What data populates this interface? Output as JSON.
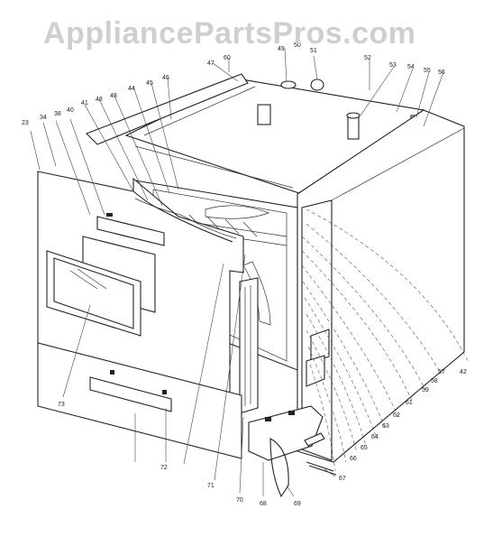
{
  "watermark": "AppliancePartsPros.com",
  "part_labels": [
    "23",
    "34",
    "38",
    "40",
    "41",
    "42",
    "43",
    "44",
    "45",
    "46",
    "47",
    "48",
    "49",
    "50",
    "51",
    "52",
    "53",
    "54",
    "55",
    "56",
    "57",
    "58",
    "59",
    "60",
    "61",
    "62",
    "63",
    "64",
    "65",
    "66",
    "67",
    "68",
    "69",
    "70",
    "71",
    "72",
    "73"
  ]
}
